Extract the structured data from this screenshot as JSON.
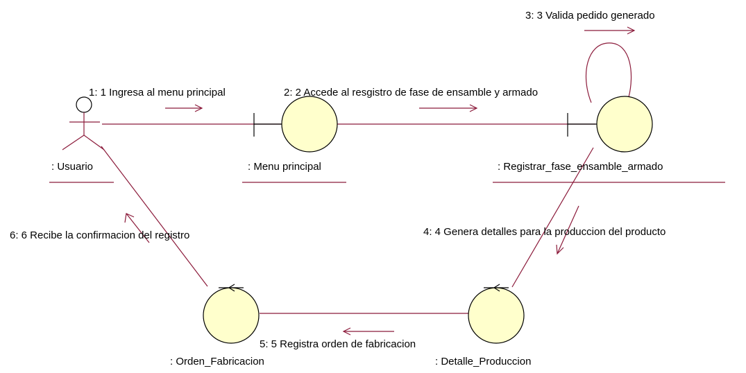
{
  "diagram": {
    "actors": {
      "usuario": ": Usuario"
    },
    "objects": {
      "menu_principal": ": Menu principal",
      "registrar": ": Registrar_fase_ensamble_armado",
      "detalle": ": Detalle_Produccion",
      "orden": ": Orden_Fabricacion"
    },
    "messages": {
      "m1": "1: 1 Ingresa al menu principal",
      "m2": "2: 2 Accede al resgistro de fase de ensamble y armado",
      "m3": "3: 3 Valida pedido generado",
      "m4": "4: 4 Genera detalles para la produccion del producto",
      "m5": "5: 5 Registra orden de fabricacion",
      "m6": "6: 6 Recibe la confirmacion del registro"
    },
    "colors": {
      "link": "#8b1a3a",
      "object_fill": "#ffffcc",
      "outline": "#000000"
    }
  }
}
